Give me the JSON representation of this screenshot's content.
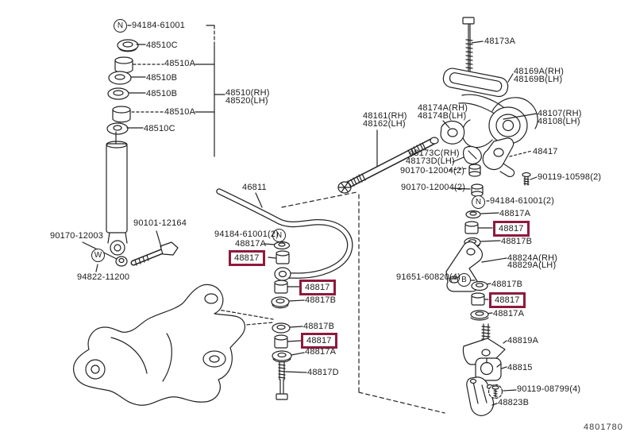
{
  "diagram": {
    "type": "exploded-parts-diagram",
    "figure_code": "4801780",
    "highlight_color": "#8e1a3c",
    "highlighted_part_number": "48817",
    "symbols": {
      "nut": "N",
      "washer": "W",
      "bolt": "B"
    },
    "labels": [
      {
        "text": "94184-61001"
      },
      {
        "text": "48510C"
      },
      {
        "text": "48510A"
      },
      {
        "text": "48510B"
      },
      {
        "text": "48510B"
      },
      {
        "text": "48510A"
      },
      {
        "text": "48510C"
      },
      {
        "text": "48510(RH)"
      },
      {
        "text": "48520(LH)"
      },
      {
        "text": "90101-12164"
      },
      {
        "text": "90170-12003"
      },
      {
        "text": "94822-11200"
      },
      {
        "text": "46811"
      },
      {
        "text": "94184-61001(2)"
      },
      {
        "text": "48817A"
      },
      {
        "text": "48817"
      },
      {
        "text": "48817"
      },
      {
        "text": "48817B"
      },
      {
        "text": "48817B"
      },
      {
        "text": "48817"
      },
      {
        "text": "48817A"
      },
      {
        "text": "48817D"
      },
      {
        "text": "48173A"
      },
      {
        "text": "48169A(RH)"
      },
      {
        "text": "48169B(LH)"
      },
      {
        "text": "48174A(RH)"
      },
      {
        "text": "48174B(LH)"
      },
      {
        "text": "48161(RH)"
      },
      {
        "text": "48162(LH)"
      },
      {
        "text": "48107(RH)"
      },
      {
        "text": "48108(LH)"
      },
      {
        "text": "48417"
      },
      {
        "text": "90119-10598(2)"
      },
      {
        "text": "48173C(RH)"
      },
      {
        "text": "48173D(LH)"
      },
      {
        "text": "90170-12004(2)"
      },
      {
        "text": "90170-12004(2)"
      },
      {
        "text": "94184-61001(2)"
      },
      {
        "text": "48817A"
      },
      {
        "text": "48817"
      },
      {
        "text": "48817B"
      },
      {
        "text": "48824A(RH)"
      },
      {
        "text": "48829A(LH)"
      },
      {
        "text": "91651-60820(4)"
      },
      {
        "text": "48817B"
      },
      {
        "text": "48817"
      },
      {
        "text": "48817A"
      },
      {
        "text": "48819A"
      },
      {
        "text": "48815"
      },
      {
        "text": "90119-08799(4)"
      },
      {
        "text": "48823B"
      }
    ]
  }
}
